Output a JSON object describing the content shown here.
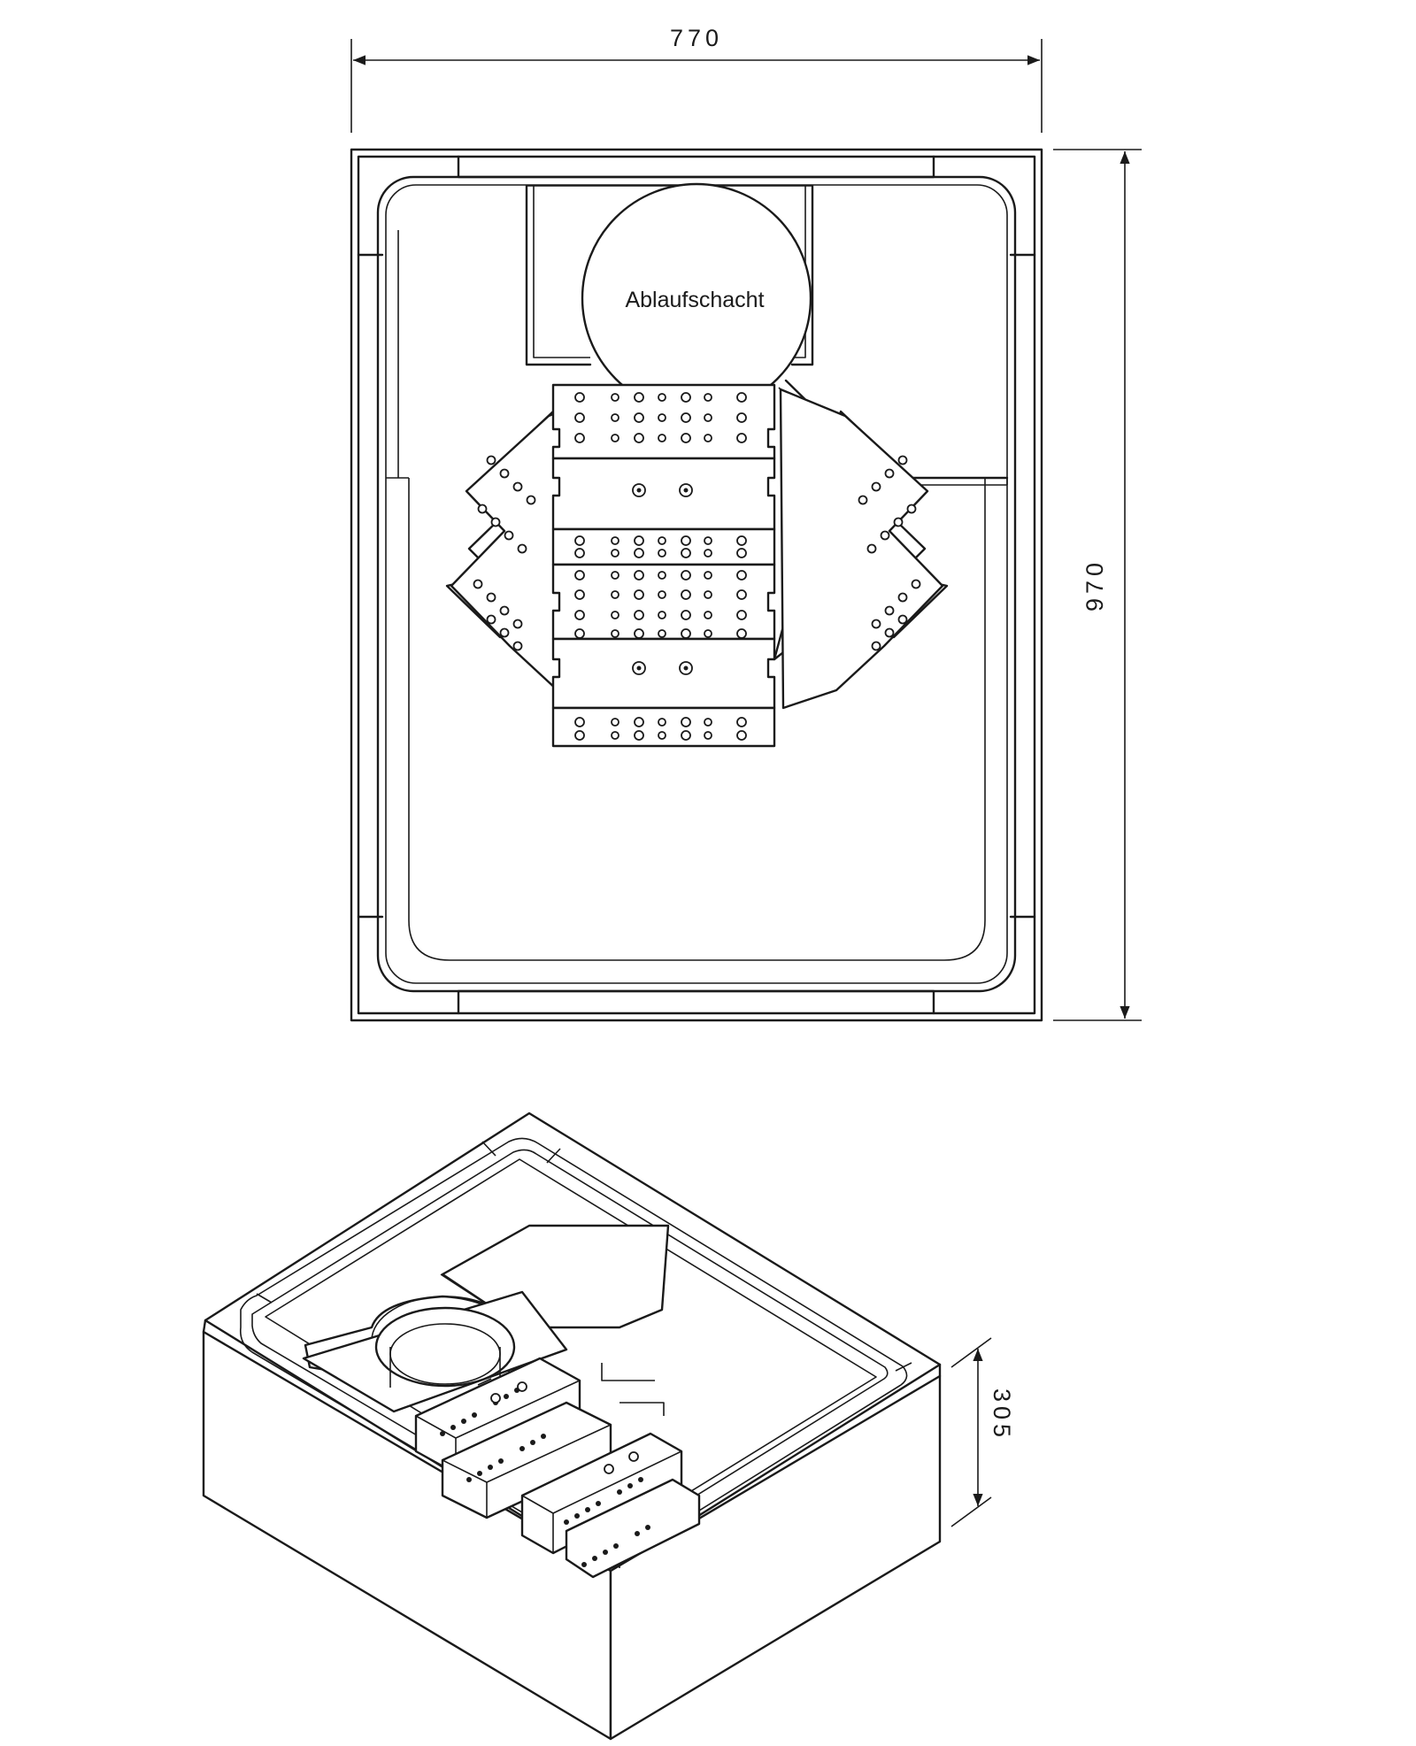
{
  "dimensions": {
    "width": "770",
    "depth": "970",
    "height": "305"
  },
  "labels": {
    "drain_shaft": "Ablaufschacht"
  }
}
